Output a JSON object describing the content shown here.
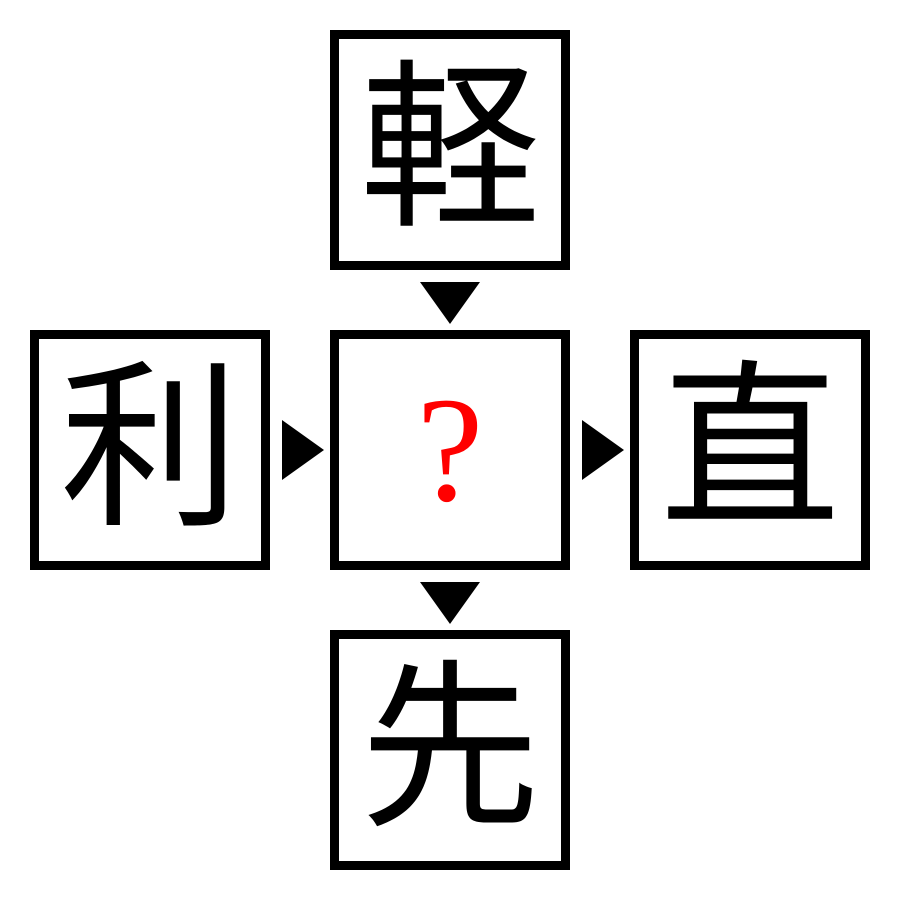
{
  "puzzle": {
    "top": "軽",
    "left": "利",
    "center": "?",
    "right": "直",
    "bottom": "先"
  },
  "colors": {
    "border": "#000000",
    "text": "#000000",
    "question_mark": "#ff0000",
    "background": "#ffffff"
  }
}
